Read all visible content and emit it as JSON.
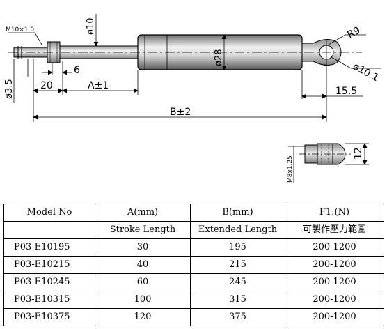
{
  "drawing": {
    "thread_label": "M10×1.0",
    "rod_dia": "ø10",
    "tube_dia": "ø28",
    "end_dia": "ø3.5",
    "eye_radius": "R9",
    "eye_hole": "ø10.1",
    "dim_20": "20",
    "dim_6": "6",
    "dim_a": "A±1",
    "dim_b": "B±2",
    "dim_15_5": "15.5",
    "detail_thread": "M8x1.25",
    "detail_12": "12"
  },
  "table": {
    "headers": [
      "Model No",
      "A(mm)",
      "B(mm)",
      "F1:(N)"
    ],
    "subheaders": [
      "",
      "Stroke Length",
      "Extended Length",
      "可製作壓力範圍"
    ],
    "rows": [
      [
        "P03-E10195",
        "30",
        "195",
        "200-1200"
      ],
      [
        "P03-E10215",
        "40",
        "215",
        "200-1200"
      ],
      [
        "P03-E10245",
        "60",
        "245",
        "200-1200"
      ],
      [
        "P03-E10315",
        "100",
        "315",
        "200-1200"
      ],
      [
        "P03-E10375",
        "120",
        "375",
        "200-1200"
      ]
    ]
  }
}
